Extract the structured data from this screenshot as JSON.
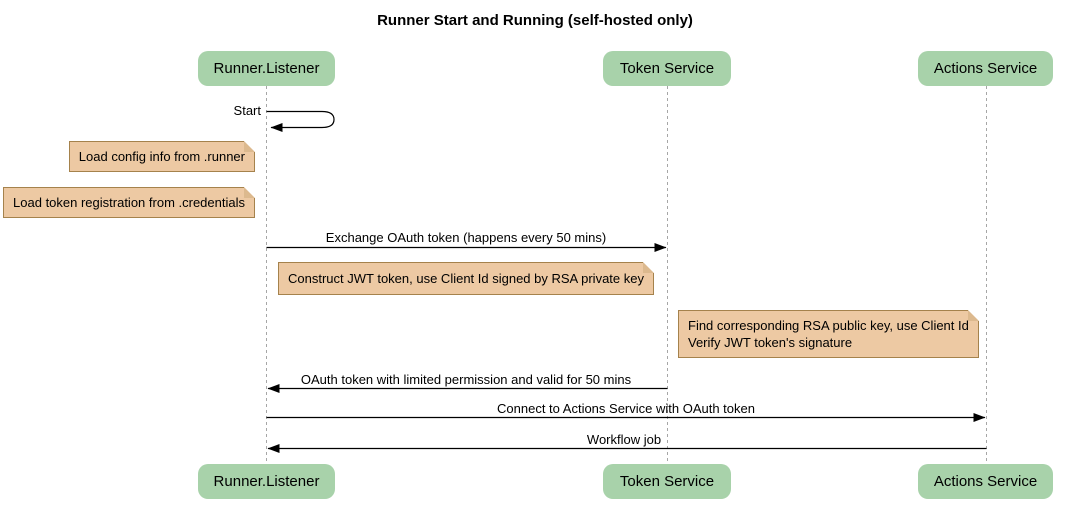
{
  "title": "Runner Start and Running (self-hosted only)",
  "participants": [
    {
      "name": "Runner.Listener"
    },
    {
      "name": "Token Service"
    },
    {
      "name": "Actions Service"
    }
  ],
  "messages": {
    "start": "Start",
    "exchange_oauth": "Exchange OAuth token (happens every 50 mins)",
    "oauth_return": "OAuth token with limited permission and valid for 50 mins",
    "connect_actions": "Connect to Actions Service with OAuth token",
    "workflow_job": "Workflow job"
  },
  "notes": {
    "load_config": "Load config info from .runner",
    "load_token_registration": "Load token registration from .credentials",
    "construct_jwt": "Construct JWT token, use Client Id signed by RSA private key",
    "verify_jwt_line1": "Find corresponding RSA public key, use Client Id",
    "verify_jwt_line2": "Verify JWT token's signature"
  },
  "colors": {
    "background": "#ffffff",
    "participant_fill": "#a8d2aa",
    "note_fill": "#edc9a3",
    "note_border": "#a5824c",
    "note_fold": "#dcb98e",
    "lifeline": "#a6a6a6",
    "arrow": "#000000",
    "text": "#000000"
  }
}
